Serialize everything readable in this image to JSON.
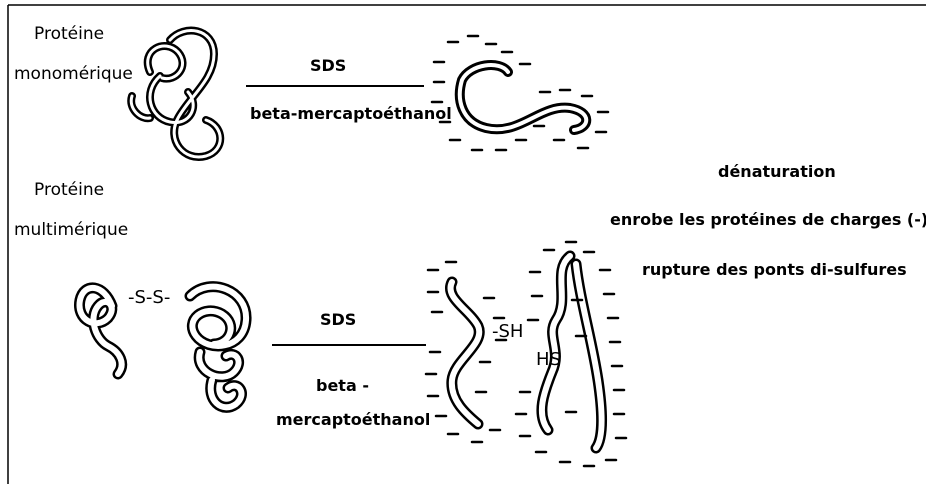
{
  "monomer": {
    "label_line1": "Protéine",
    "label_line2": "monomérique",
    "reagent_top": "SDS",
    "reagent_bottom": "beta-mercaptoéthanol"
  },
  "multimer": {
    "label_line1": "Protéine",
    "label_line2": "multimérique",
    "bond_label": "-S-S-",
    "reagent_top": "SDS",
    "reagent_bottom_line1": "beta -",
    "reagent_bottom_line2": "mercaptoéthanol",
    "sh_label": "-SH",
    "hs_label": "HS"
  },
  "effects": {
    "title": "dénaturation",
    "line1": "enrobe les protéines de charges (-)",
    "line2": "rupture des ponts di-sulfures"
  }
}
